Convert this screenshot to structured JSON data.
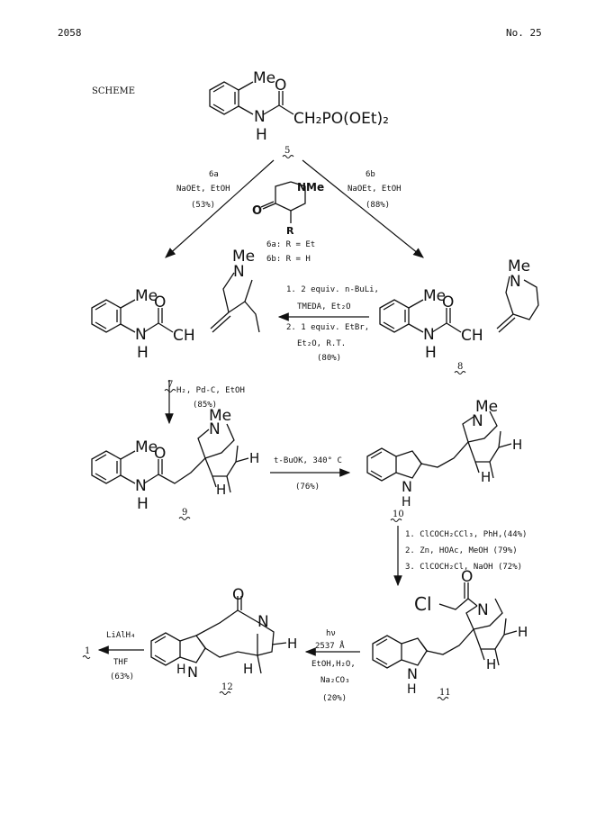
{
  "page": {
    "number": "2058",
    "issue": "No. 25"
  },
  "scheme_label": "SCHEME",
  "compounds": {
    "c5": {
      "number": "5",
      "substituent_me": "Me",
      "nh": "N",
      "nh_h": "H",
      "o": "O",
      "chain": "CH₂PO(OEt)₂"
    },
    "c6": {
      "n_me": "NMe",
      "o": "O",
      "r": "R",
      "def_a": "6a:  R = Et",
      "def_b": "6b:  R = H"
    },
    "c7": {
      "number": "7",
      "me_aryl": "Me",
      "me_n": "Me",
      "n": "N",
      "nh": "N",
      "h": "H",
      "o": "O",
      "ch": "CH"
    },
    "c8": {
      "number": "8",
      "me_aryl": "Me",
      "me_n": "Me",
      "n": "N",
      "nh": "N",
      "h": "H",
      "o": "O",
      "ch": "CH"
    },
    "c9": {
      "number": "9",
      "me_aryl": "Me",
      "me_n": "Me",
      "n": "N",
      "nh": "N",
      "h": "H",
      "o": "O",
      "h1": "H",
      "h2": "H"
    },
    "c10": {
      "number": "10",
      "me_n": "Me",
      "n": "N",
      "nh": "N",
      "h": "H",
      "h1": "H",
      "h2": "H"
    },
    "c11": {
      "number": "11",
      "cl": "Cl",
      "o": "O",
      "n": "N",
      "nh": "N",
      "h": "H",
      "h1": "H",
      "h2": "H"
    },
    "c12": {
      "number": "12",
      "o": "O",
      "n": "N",
      "nh": "N",
      "h": "H",
      "h1": "H",
      "h2": "H"
    },
    "c1": {
      "number": "1"
    }
  },
  "reactions": {
    "r_5_to_7": {
      "reagent_label": "6a",
      "line1": "NaOEt, EtOH",
      "yield": "(53%)"
    },
    "r_5_to_8": {
      "reagent_label": "6b",
      "line1": "NaOEt, EtOH",
      "yield": "(88%)"
    },
    "r_8_to_7": {
      "step1": "1. 2 equiv. n-BuLi,",
      "step1b": "TMEDA, Et₂O",
      "step2": "2. 1 equiv. EtBr,",
      "step2b": "Et₂O, R.T.",
      "yield": "(80%)"
    },
    "r_7_to_9": {
      "line1": "H₂, Pd-C, EtOH",
      "yield": "(85%)"
    },
    "r_9_to_10": {
      "line1": "t-BuOK, 340° C",
      "yield": "(76%)"
    },
    "r_10_to_11": {
      "step1": "1. ClCOCH₂CCl₃, PhH,(44%)",
      "step2": "2. Zn, HOAc, MeOH (79%)",
      "step3": "3. ClCOCH₂Cl, NaOH (72%)"
    },
    "r_11_to_12": {
      "line1": "hν",
      "line2": "2537 Å",
      "line3": "EtOH,H₂O,",
      "line4": "Na₂CO₃",
      "yield": "(20%)"
    },
    "r_12_to_1": {
      "line1": "LiAlH₄",
      "line2": "THF",
      "yield": "(63%)"
    }
  }
}
